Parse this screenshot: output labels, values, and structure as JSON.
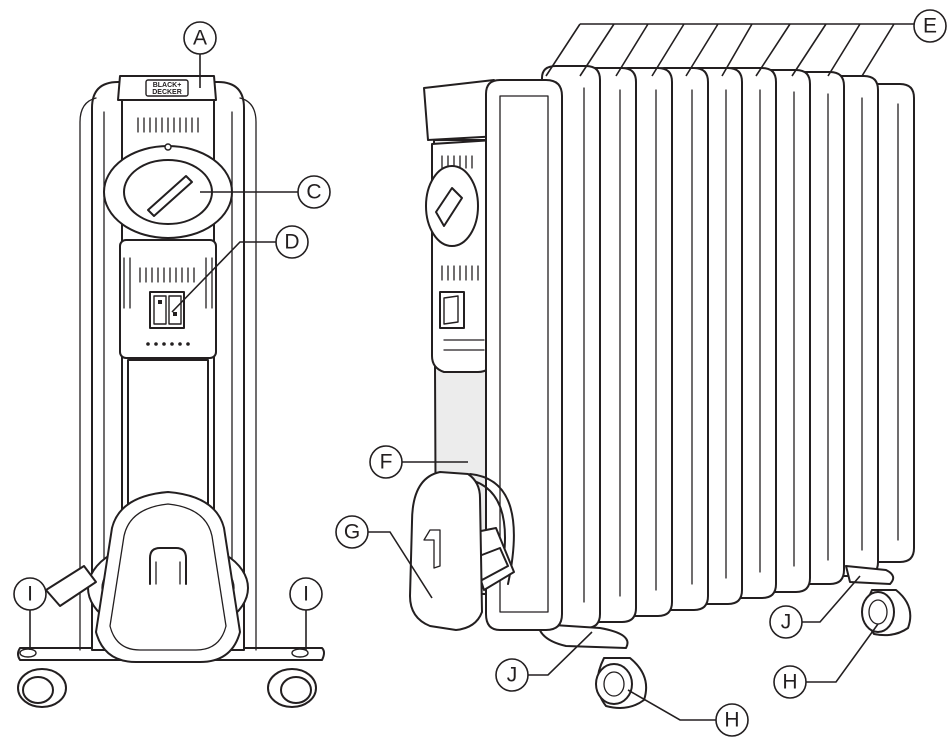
{
  "brand": {
    "line1": "BLACK+",
    "line2": "DECKER"
  },
  "callouts": {
    "A": "A",
    "C": "C",
    "D": "D",
    "E": "E",
    "F": "F",
    "G": "G",
    "H1": "H",
    "H2": "H",
    "I1": "I",
    "I2": "I",
    "J1": "J",
    "J2": "J"
  }
}
